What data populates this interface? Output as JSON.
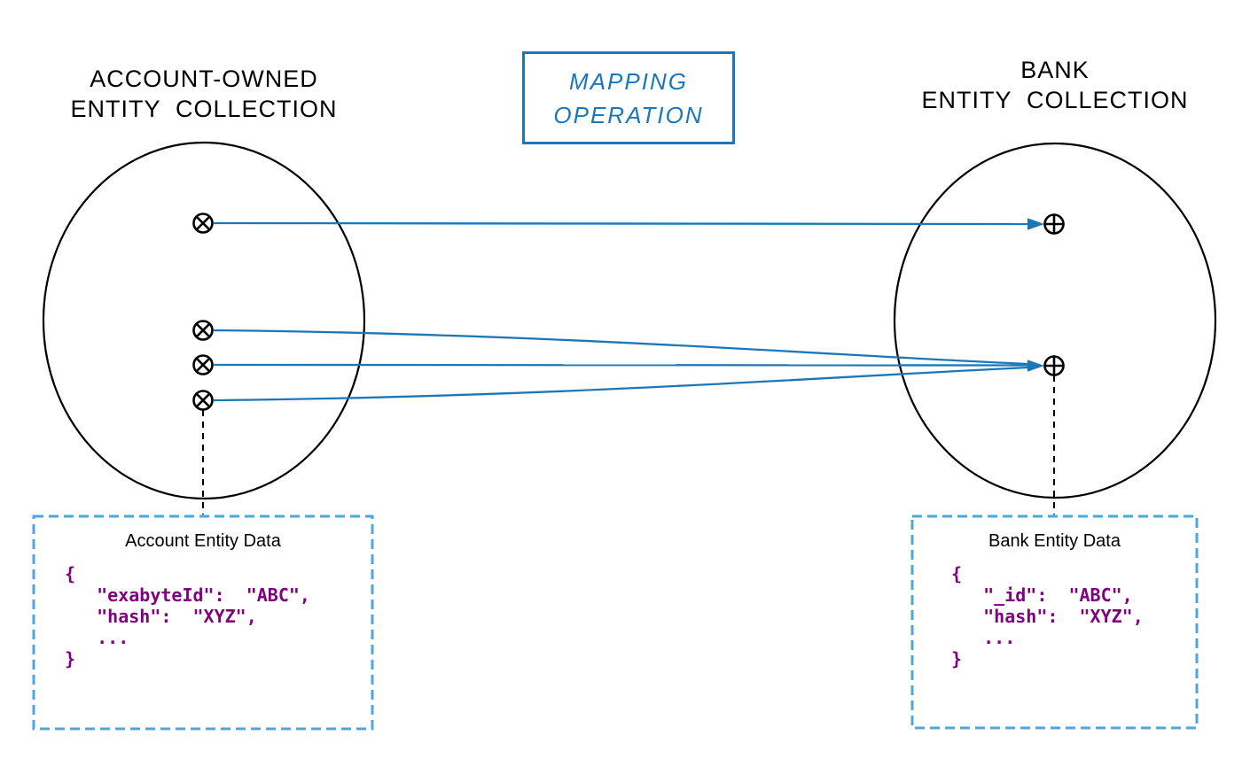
{
  "diagram": {
    "left_collection": {
      "title": "ACCOUNT-OWNED\nENTITY  COLLECTION",
      "data_box": {
        "title": "Account Entity Data",
        "code": "{\n   \"exabyteId\":  \"ABC\",\n   \"hash\":  \"XYZ\",\n   ...\n}"
      }
    },
    "mapping": {
      "label": "MAPPING\nOPERATION"
    },
    "right_collection": {
      "title": "BANK\nENTITY  COLLECTION",
      "data_box": {
        "title": "Bank Entity Data",
        "code": "{\n   \"_id\":  \"ABC\",\n   \"hash\":  \"XYZ\",\n   ...\n}"
      }
    },
    "colors": {
      "arrow_blue": "#1b77b8",
      "mapping_blue": "#1c77b8",
      "box_dash_blue": "#4da6dd",
      "code_purple": "#800080",
      "ink_black": "#000000"
    }
  }
}
